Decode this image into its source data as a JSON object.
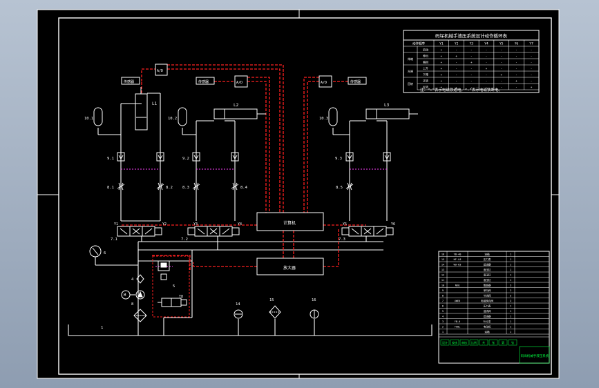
{
  "colors": {
    "background": "#8fa0b4",
    "paper": "#000000",
    "line": "#ffffff",
    "signal": "#ff2020",
    "pilot": "#ff40ff",
    "accent": "#00ff40"
  },
  "labels": {
    "motor": "M",
    "pump_tag": "8",
    "gauge_tag": "6",
    "filter_tag": "4",
    "valve_block_tag": "5",
    "valve_block_t8": "T8",
    "tank_tag": "1",
    "c1": "L1",
    "c2": "L2",
    "c3": "L3",
    "acc1": "10.1",
    "acc2": "10.2",
    "acc3": "10.3",
    "v1": "9.1",
    "v2": "9.2",
    "v3": "9.3",
    "t1": "8.1",
    "t2": "8.2",
    "t3": "8.3",
    "t4": "8.4",
    "t5": "8.5",
    "dir1": "7.1",
    "dir2": "7.2",
    "dir3": "7.3",
    "y1": "Y1",
    "y2": "Y2",
    "y3": "Y3",
    "y4": "Y4",
    "y5": "Y5",
    "y6": "Y6",
    "ad1": "A/D",
    "ad2": "A/D",
    "ad3": "A/D",
    "sensor1": "传感器",
    "sensor2": "传感器",
    "sensor3": "传感器",
    "computer": "计算机",
    "amplifier": "放大器",
    "gauge14": "14",
    "gauge15": "15",
    "gauge16": "16"
  },
  "table": {
    "title": "码垛机械手液压系统设计动作循环表",
    "columns": [
      "动作顺序",
      "Y1",
      "Y2",
      "Y3",
      "Y4",
      "Y5",
      "Y6",
      "Y7"
    ],
    "groups": [
      "伸缩",
      "升降",
      "回转"
    ],
    "rows": [
      [
        "启动",
        "+",
        "-",
        "-",
        "-",
        "-",
        "-",
        "-"
      ],
      [
        "伸出",
        "+",
        "+",
        "-",
        "-",
        "-",
        "-",
        "-"
      ],
      [
        "缩回",
        "+",
        "-",
        "+",
        "-",
        "-",
        "-",
        "-"
      ],
      [
        "上升",
        "+",
        "-",
        "-",
        "+",
        "-",
        "-",
        "-"
      ],
      [
        "下降",
        "+",
        "-",
        "-",
        "-",
        "+",
        "-",
        "-"
      ],
      [
        "正转",
        "+",
        "-",
        "-",
        "-",
        "-",
        "+",
        "-"
      ],
      [
        "反转",
        "+",
        "-",
        "-",
        "-",
        "-",
        "-",
        "+"
      ]
    ],
    "note": "注：“+”表示电磁铁通电，“-”表示电磁铁断电。"
  },
  "bom": {
    "rows": [
      [
        "16",
        "YB-40",
        "油箱",
        "1"
      ],
      [
        "15",
        "KF-L8",
        "压力表",
        "1"
      ],
      [
        "14",
        "WU-63",
        "滤油器",
        "1"
      ],
      [
        "13",
        "",
        "液压缸",
        "1"
      ],
      [
        "12",
        "",
        "液压缸",
        "1"
      ],
      [
        "11",
        "",
        "液压缸",
        "1"
      ],
      [
        "10",
        "NXQ",
        "蓄能器",
        "3"
      ],
      [
        "9",
        "",
        "单向阀",
        "3"
      ],
      [
        "8",
        "",
        "节流阀",
        "5"
      ],
      [
        "7",
        "4WE6",
        "电磁换向阀",
        "3"
      ],
      [
        "6",
        "",
        "压力表",
        "1"
      ],
      [
        "5",
        "",
        "溢流阀",
        "1"
      ],
      [
        "4",
        "",
        "滤油器",
        "1"
      ],
      [
        "3",
        "YB-6",
        "叶片泵",
        "1"
      ],
      [
        "2",
        "Y90L",
        "电动机",
        "1"
      ],
      [
        "1",
        "",
        "油箱",
        "1"
      ]
    ],
    "title_text": "码垛机械手液压系统",
    "footer_cells": [
      "设计",
      "校核",
      "审核",
      "比例",
      "共",
      "张",
      "第",
      "张"
    ]
  }
}
